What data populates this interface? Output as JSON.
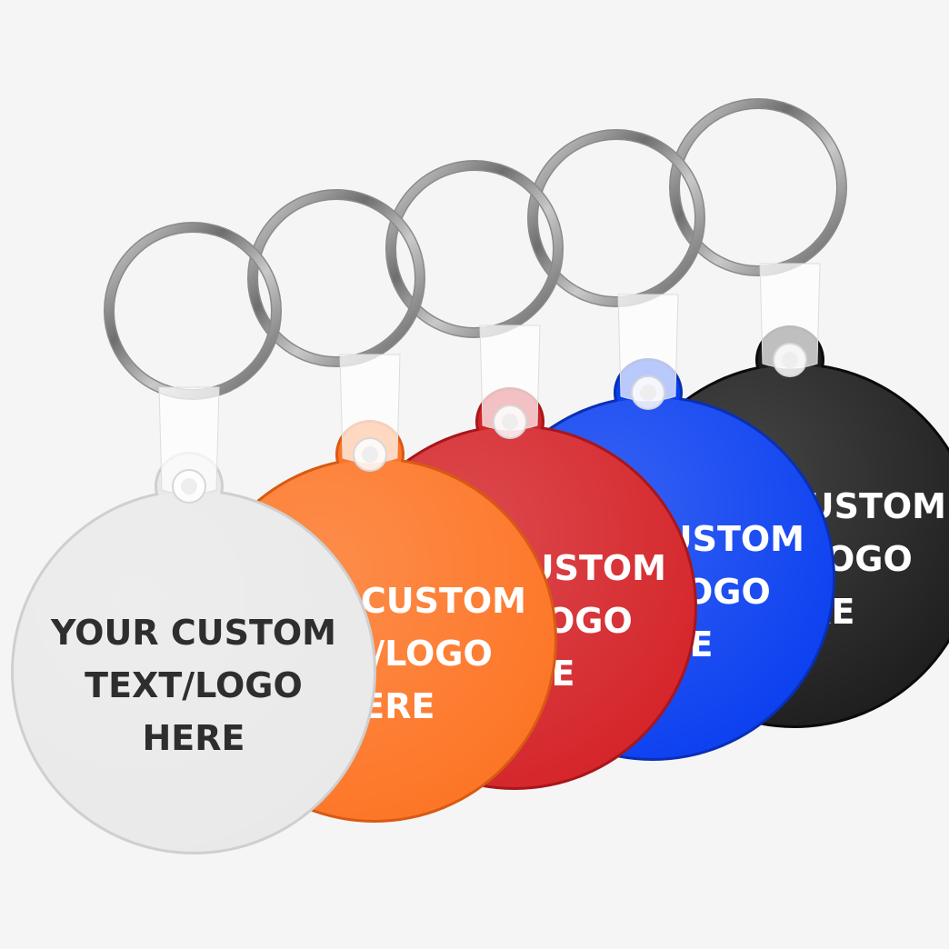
{
  "image": {
    "background": "#f5f5f5",
    "keychains": [
      {
        "color": "#1c1c1c",
        "edge": "#0b0b0b",
        "text_color": "#ffffff",
        "lines": [
          "YOUR CUSTOM",
          "TEXT/LOGO",
          "HERE"
        ]
      },
      {
        "color": "#0a3ff0",
        "edge": "#0a2fb4",
        "text_color": "#ffffff",
        "lines": [
          "YOUR CUSTOM",
          "TEXT/LOGO",
          "HERE"
        ]
      },
      {
        "color": "#d42328",
        "edge": "#a8161b",
        "text_color": "#ffffff",
        "lines": [
          "YOUR CUSTOM",
          "TEXT/LOGO",
          "HERE"
        ]
      },
      {
        "color": "#fd7424",
        "edge": "#d85a12",
        "text_color": "#ffffff",
        "lines": [
          "YOUR CUSTOM",
          "TEXT/LOGO",
          "HERE"
        ]
      },
      {
        "color": "#e9e9e9",
        "edge": "#cfcfcf",
        "text_color": "#2e2e2e",
        "lines": [
          "YOUR CUSTOM",
          "TEXT/LOGO",
          "HERE"
        ]
      }
    ],
    "ring_color": "#8a8a8a"
  }
}
